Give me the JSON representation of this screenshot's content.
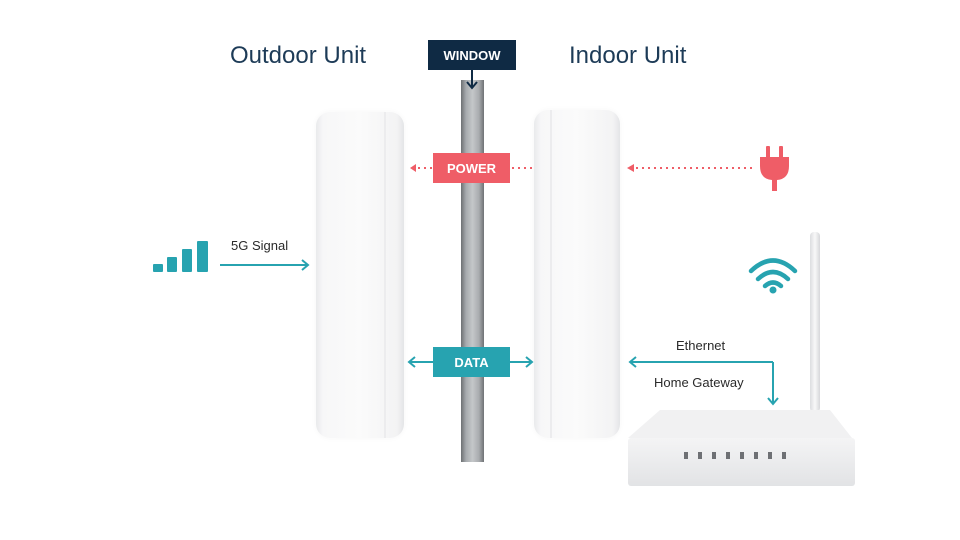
{
  "titles": {
    "outdoor": "Outdoor Unit",
    "indoor": "Indoor Unit"
  },
  "labels": {
    "window": "WINDOW",
    "power": "POWER",
    "data": "DATA",
    "signal": "5G Signal",
    "ethernet": "Ethernet",
    "gateway": "Home Gateway"
  },
  "icons": {
    "signal": "signal-bars-icon",
    "plug": "power-plug-icon",
    "wifi": "wifi-icon"
  },
  "colors": {
    "navy": "#0f2a44",
    "power": "#ef5d67",
    "data": "#27a3b0",
    "title": "#1d3b57"
  }
}
